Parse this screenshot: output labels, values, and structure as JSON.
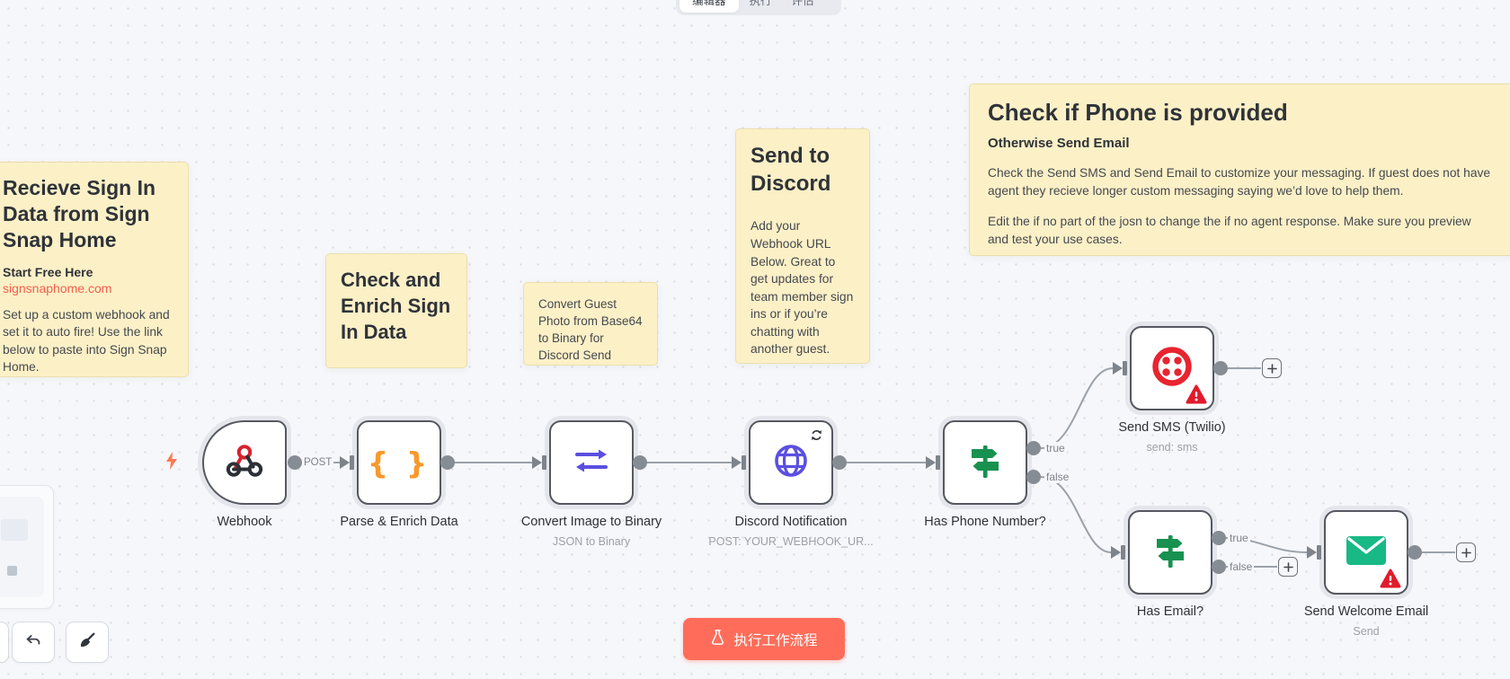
{
  "tabs": {
    "editor": "编辑器",
    "executions": "执行",
    "evaluations": "评估"
  },
  "stickies": {
    "receive": {
      "title": "Recieve Sign In Data from Sign Snap Home",
      "subtitle": "Start Free Here",
      "link": "signsnaphome.com",
      "body": "Set up a custom webhook and set it to auto fire! Use the link below to paste into Sign Snap Home."
    },
    "check_enrich": {
      "title": "Check and Enrich Sign In Data"
    },
    "convert_photo": {
      "body": "Convert Guest Photo from Base64 to Binary for Discord Send"
    },
    "send_discord": {
      "title": "Send to Discord",
      "body": "Add your Webhook URL Below. Great to get updates for team member sign ins or if you’re chatting with another guest."
    },
    "check_phone": {
      "title": "Check if Phone is provided",
      "subtitle": "Otherwise Send Email",
      "body1": "Check the Send SMS and Send Email to customize your messaging. If guest does not have agent they recieve longer custom messaging saying we’d love to help them.",
      "body2": "Edit the if no part of the josn to change the if no agent response. Make sure you preview and test your use cases."
    }
  },
  "nodes": {
    "webhook": {
      "label": "Webhook",
      "output_label": "POST"
    },
    "parse": {
      "label": "Parse & Enrich Data"
    },
    "convert": {
      "label": "Convert Image to Binary",
      "sublabel": "JSON to Binary"
    },
    "discord": {
      "label": "Discord Notification",
      "sublabel": "POST: YOUR_WEBHOOK_UR..."
    },
    "has_phone": {
      "label": "Has Phone Number?",
      "outputs": {
        "true": "true",
        "false": "false"
      }
    },
    "send_sms": {
      "label": "Send SMS (Twilio)",
      "sublabel": "send: sms"
    },
    "has_email": {
      "label": "Has Email?",
      "outputs": {
        "true": "true",
        "false": "false"
      }
    },
    "send_email": {
      "label": "Send Welcome Email",
      "sublabel": "Send"
    }
  },
  "toolbar": {
    "execute_label": "执行工作流程"
  },
  "icons": {
    "code_glyph": "{ }"
  },
  "colors": {
    "accent": "#ff6d5a",
    "sticky_bg": "#fcf0c7",
    "link": "#f4604d",
    "twilio_red": "#e8242f",
    "if_green": "#189150",
    "email_green": "#18b985",
    "node_purple": "#5b4fe0",
    "code_orange": "#f8992c",
    "webhook_red": "#d6232e",
    "warning_red": "#e11b2c"
  }
}
